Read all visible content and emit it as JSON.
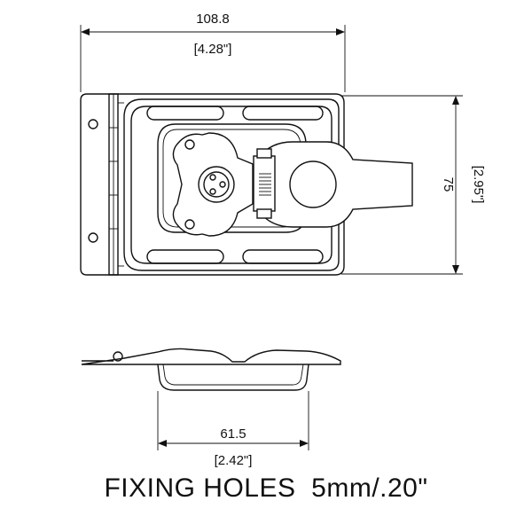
{
  "dimensions": {
    "overall_width_mm": "108.8",
    "overall_width_in": "[4.28\"]",
    "overall_height_mm": "75",
    "overall_height_in": "[2.95\"]",
    "recess_width_mm": "61.5",
    "recess_width_in": "[2.42\"]"
  },
  "caption": "FIXING HOLES  5mm/.20\""
}
